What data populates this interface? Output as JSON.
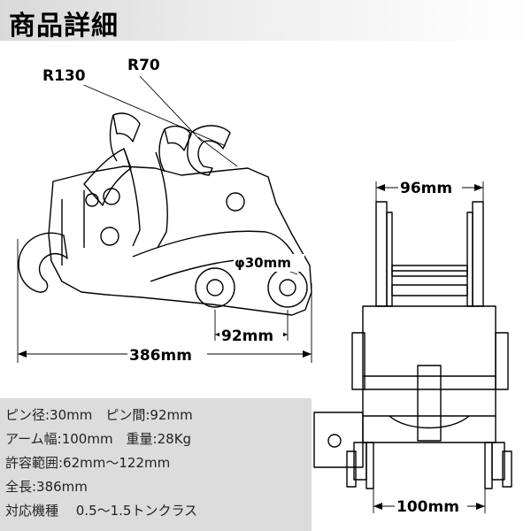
{
  "header": {
    "title": "商品詳細"
  },
  "dimensions": {
    "r130": "R130",
    "r70": "R70",
    "pin_dia": "φ30mm",
    "pin_pitch": "92mm",
    "overall_length": "386mm",
    "width_top": "96mm",
    "width_bottom": "100mm"
  },
  "specs": [
    "ピン径:30mm　ピン間:92mm",
    "アーム幅:100mm　重量:28Kg",
    "許容範囲:62mm〜122mm",
    "全長:386mm",
    "対応機種　 0.5〜1.5トンクラス"
  ]
}
